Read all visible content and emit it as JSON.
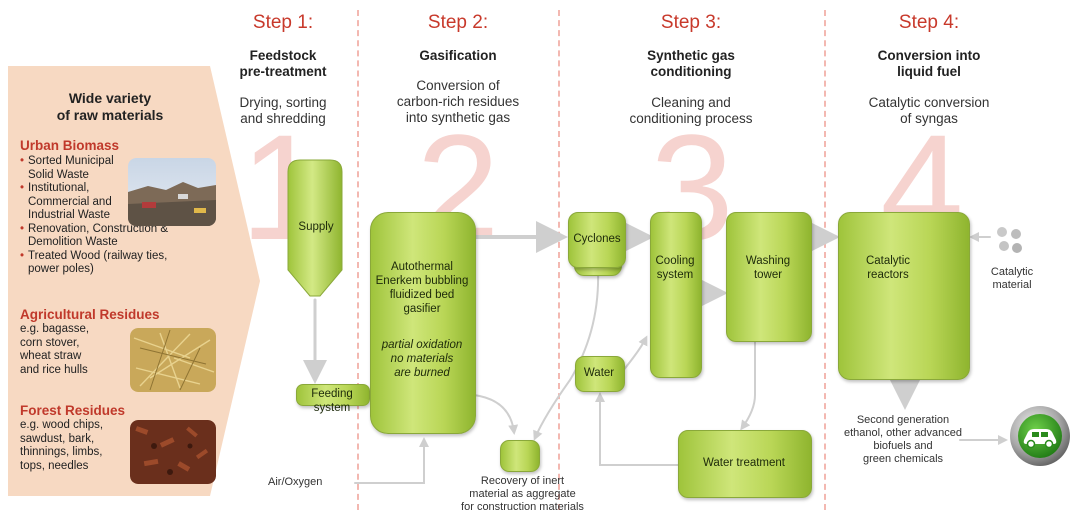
{
  "raw": {
    "title": [
      "Wide variety",
      "of raw materials"
    ],
    "categories": [
      {
        "title": "Urban Biomass",
        "items": [
          "Sorted Municipal Solid Waste",
          "Institutional, Commercial and Industrial Waste",
          "Renovation, Construction & Demolition Waste",
          "Treated Wood (railway ties, power poles)"
        ]
      },
      {
        "title": "Agricultural Residues",
        "examples": [
          "e.g. bagasse,",
          "corn stover,",
          "wheat straw",
          "and rice hulls"
        ]
      },
      {
        "title": "Forest Residues",
        "examples": [
          "e.g. wood chips,",
          "sawdust, bark,",
          "thinnings, limbs,",
          "tops, needles"
        ]
      }
    ]
  },
  "steps": [
    {
      "title": "Step 1:",
      "subtitle": [
        "Feedstock",
        "pre-treatment"
      ],
      "desc": [
        "Drying, sorting",
        "and shredding"
      ],
      "number": "1"
    },
    {
      "title": "Step 2:",
      "subtitle": [
        "Gasification"
      ],
      "desc": [
        "Conversion of",
        "carbon-rich residues",
        "into synthetic gas"
      ],
      "number": "2"
    },
    {
      "title": "Step 3:",
      "subtitle": [
        "Synthetic gas",
        "conditioning"
      ],
      "desc": [
        "Cleaning and",
        "conditioning process"
      ],
      "number": "3"
    },
    {
      "title": "Step 4:",
      "subtitle": [
        "Conversion into",
        "liquid fuel"
      ],
      "desc": [
        "Catalytic conversion",
        "of syngas"
      ],
      "number": "4"
    }
  ],
  "units": {
    "supply": "Supply",
    "feeding": "Feeding system",
    "gasifier": [
      "Autothermal",
      "Enerkem bubbling",
      "fluidized bed",
      "gasifier"
    ],
    "gasifier_note": [
      "partial oxidation",
      "no materials",
      "are burned"
    ],
    "cyclones": "Cyclones",
    "cooling": [
      "Cooling",
      "system"
    ],
    "washing": [
      "Washing",
      "tower"
    ],
    "water": "Water",
    "water_treatment": "Water treatment",
    "reactors": [
      "Catalytic",
      "reactors"
    ],
    "catalytic_material": [
      "Catalytic",
      "material"
    ],
    "air": "Air/Oxygen",
    "recovery": [
      "Recovery of inert",
      "material as aggregate",
      "for construction materials"
    ],
    "output": [
      "Second generation",
      "ethanol, other advanced",
      "biofuels and",
      "green chemicals"
    ]
  },
  "colors": {
    "step_red": "#c8392b",
    "green": "#a8cc48",
    "arrow": "#cfcfcf",
    "panel": "#f7d9c2"
  }
}
